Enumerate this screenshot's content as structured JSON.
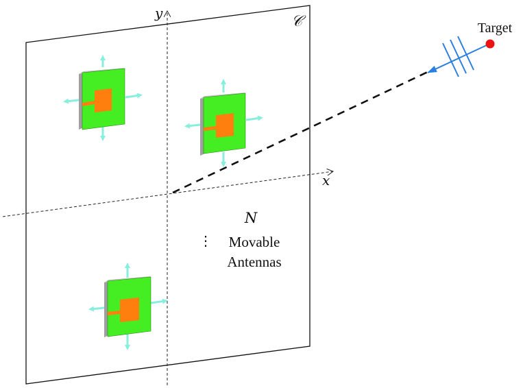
{
  "labels": {
    "region": "𝒞",
    "y_axis": "y",
    "x_axis": "x",
    "target": "Target",
    "count": "N",
    "ellipsis": "⋮",
    "line1": "Movable",
    "line2": "Antennas"
  },
  "colors": {
    "patch": "#44ee22",
    "feed": "#ff7f0e",
    "substrate": "#a8a8a8",
    "arrows": "#88eedd",
    "target": "#ee1111",
    "wave": "#2a7fe0"
  },
  "antennas": [
    "antenna-1",
    "antenna-2",
    "antenna-3"
  ]
}
